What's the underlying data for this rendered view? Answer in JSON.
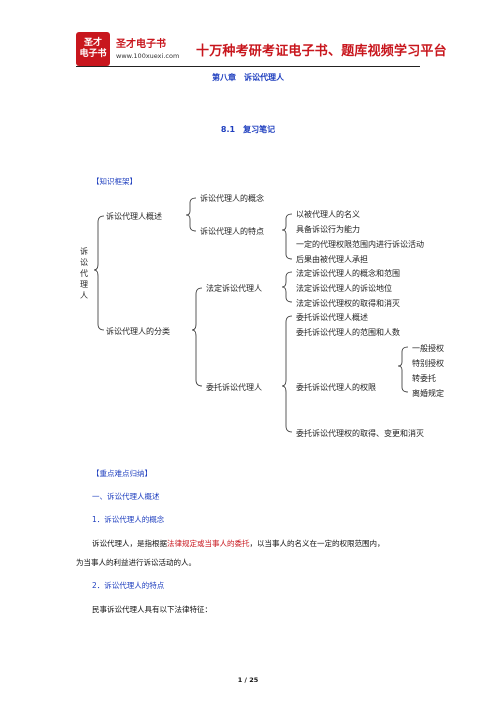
{
  "header": {
    "logo_line1": "圣才",
    "logo_line2": "电子书",
    "brand": "圣才电子书",
    "url": "www.100xuexi.com",
    "slogan": "十万种考研考证电子书、题库视频学习平台"
  },
  "chapter_title": "第八章　诉讼代理人",
  "section_title": "8.1　复习笔记",
  "framework_heading": "【知识框架】",
  "diagram": {
    "root": "诉讼代理人",
    "overview": {
      "label": "诉讼代理人概述",
      "concept": "诉讼代理人的概念",
      "features_label": "诉讼代理人的特点",
      "features": [
        "以被代理人的名义",
        "具备诉讼行为能力",
        "一定的代理权限范围内进行诉讼活动",
        "后果由被代理人承担"
      ]
    },
    "classification": {
      "label": "诉讼代理人的分类",
      "statutory": {
        "label": "法定诉讼代理人",
        "items": [
          "法定诉讼代理人的概念和范围",
          "法定诉讼代理人的诉讼地位",
          "法定诉讼代理权的取得和消灭"
        ]
      },
      "entrusted": {
        "label": "委托诉讼代理人",
        "items_before": [
          "委托诉讼代理人概述",
          "委托诉讼代理人的范围和人数"
        ],
        "authority_label": "委托诉讼代理人的权限",
        "authority": [
          "一般授权",
          "特别授权",
          "转委托",
          "离婚规定"
        ],
        "last": "委托诉讼代理权的取得、变更和消灭"
      }
    }
  },
  "key_points_heading": "【重点难点归纳】",
  "h1": "一、诉讼代理人概述",
  "h2_1": "1．诉讼代理人的概念",
  "para1_a": "诉讼代理人，是指根据",
  "para1_b": "法律规定或当事人的委托",
  "para1_c": "，以当事人的名义在一定的权限范围内，",
  "para1_line2": "为当事人的利益进行诉讼活动的人。",
  "h2_2": "2．诉讼代理人的特点",
  "para2": "民事诉讼代理人具有以下法律特征：",
  "page": "1 / 25",
  "colors": {
    "brand_red": "#c8161d",
    "heading_blue": "#1f3fbf"
  }
}
